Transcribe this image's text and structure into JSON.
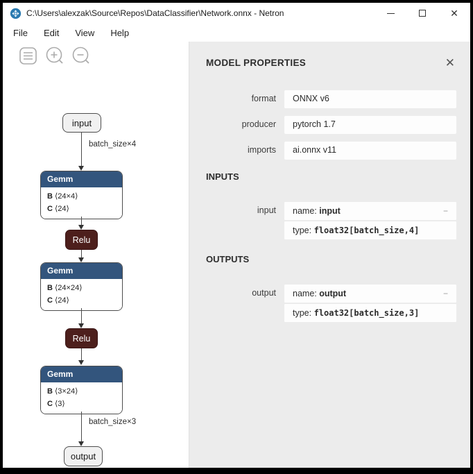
{
  "window": {
    "title": "C:\\Users\\alexzak\\Source\\Repos\\DataClassifier\\Network.onnx - Netron",
    "close_glyph": "✕"
  },
  "menu": {
    "items": {
      "file": "File",
      "edit": "Edit",
      "view": "View",
      "help": "Help"
    }
  },
  "icons": {
    "netron_logo": "blue-circle-logo",
    "menu_toggle": "hamburger",
    "zoom_in": "magnifier-plus",
    "zoom_out": "magnifier-minus",
    "minimize": "–",
    "maximize": "□",
    "close": "✕"
  },
  "colors": {
    "gemm_header": "#33557d",
    "relu_fill": "#4d1f1c",
    "panel_bg": "#ececec",
    "logo_blue": "#2a7ab0"
  },
  "graph": {
    "io_input": "input",
    "edge_label_top": "batch_size×4",
    "edge_label_bottom": "batch_size×3",
    "io_output": "output",
    "ops": [
      {
        "title": "Gemm",
        "attrs": [
          {
            "k": "B",
            "v": "⟨24×4⟩"
          },
          {
            "k": "C",
            "v": "⟨24⟩"
          }
        ]
      },
      {
        "title": "Relu",
        "attrs": []
      },
      {
        "title": "Gemm",
        "attrs": [
          {
            "k": "B",
            "v": "⟨24×24⟩"
          },
          {
            "k": "C",
            "v": "⟨24⟩"
          }
        ]
      },
      {
        "title": "Relu",
        "attrs": []
      },
      {
        "title": "Gemm",
        "attrs": [
          {
            "k": "B",
            "v": "⟨3×24⟩"
          },
          {
            "k": "C",
            "v": "⟨3⟩"
          }
        ]
      }
    ]
  },
  "panel": {
    "title": "MODEL PROPERTIES",
    "close_glyph": "✕",
    "properties": [
      {
        "label": "format",
        "value": "ONNX v6"
      },
      {
        "label": "producer",
        "value": "pytorch 1.7"
      },
      {
        "label": "imports",
        "value": "ai.onnx v11"
      }
    ],
    "inputs_heading": "INPUTS",
    "outputs_heading": "OUTPUTS",
    "input_row": {
      "label": "input",
      "name_prefix": "name: ",
      "name": "input",
      "collapse": "−",
      "type_prefix": "type: ",
      "type": "float32[batch_size,4]"
    },
    "output_row": {
      "label": "output",
      "name_prefix": "name: ",
      "name": "output",
      "collapse": "−",
      "type_prefix": "type: ",
      "type": "float32[batch_size,3]"
    }
  }
}
